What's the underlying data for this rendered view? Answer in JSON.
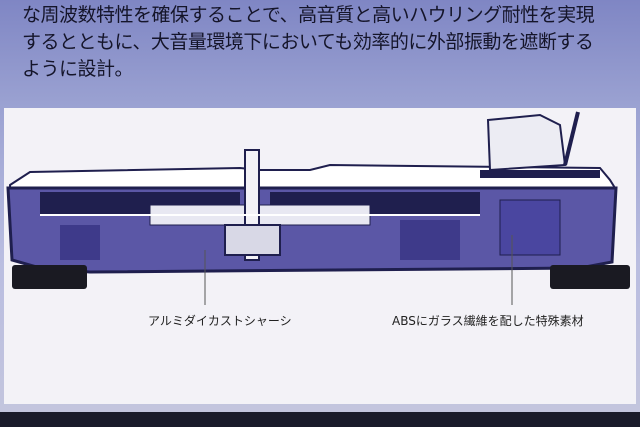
{
  "caption": {
    "lines": [
      "な周波数特性を確保することで、高音質と高いハウリング耐性を実現",
      "するとともに、大音量環境下においても効率的に外部振動を遮断する",
      "ように設計。"
    ]
  },
  "diagram": {
    "labels": {
      "chassis": "アルミダイカストシャーシ",
      "material": "ABSにガラス繊維を配した特殊素材"
    },
    "colors": {
      "navy": "#1f1f4e",
      "purple": "#5b57a6",
      "light": "#f3f2f7"
    }
  }
}
